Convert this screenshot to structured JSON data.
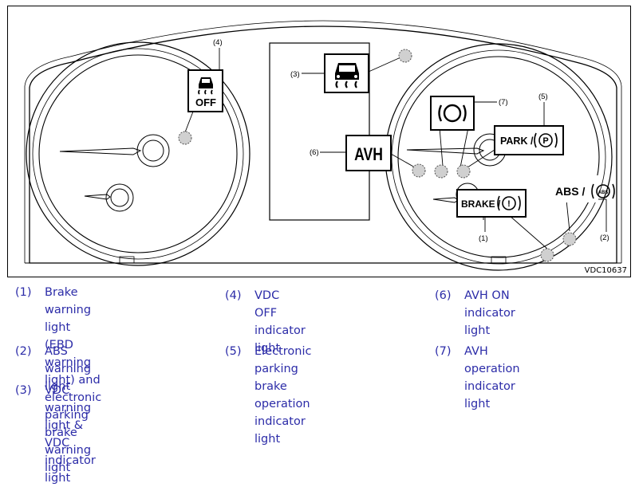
{
  "diagram": {
    "code": "VDC10637",
    "callouts": [
      "(1)",
      "(2)",
      "(3)",
      "(4)",
      "(5)",
      "(6)",
      "(7)"
    ],
    "icons": {
      "vdc_off_label": "OFF",
      "avh_label": "AVH",
      "park_label": "PARK /",
      "brake_label": "BRAKE /",
      "abs_label": "ABS /",
      "abs_inner": "ABS",
      "park_inner": "P",
      "brake_inner": "!"
    }
  },
  "legend": [
    {
      "num": "(1)",
      "lines": [
        "Brake warning light (EBD",
        "warning light) and electronic",
        "parking brake warning light"
      ]
    },
    {
      "num": "(2)",
      "lines": [
        "ABS warning light"
      ]
    },
    {
      "num": "(3)",
      "lines": [
        "VDC warning light & VDC",
        "indicator light"
      ]
    },
    {
      "num": "(4)",
      "lines": [
        "VDC OFF indicator light"
      ]
    },
    {
      "num": "(5)",
      "lines": [
        "Electronic parking brake",
        "operation indicator light"
      ]
    },
    {
      "num": "(6)",
      "lines": [
        "AVH ON indicator light"
      ]
    },
    {
      "num": "(7)",
      "lines": [
        "AVH operation indicator light"
      ]
    }
  ],
  "colors": {
    "legend_text": "#2c2ca8",
    "dot_fill": "#d0d0d0",
    "line": "#000000"
  }
}
